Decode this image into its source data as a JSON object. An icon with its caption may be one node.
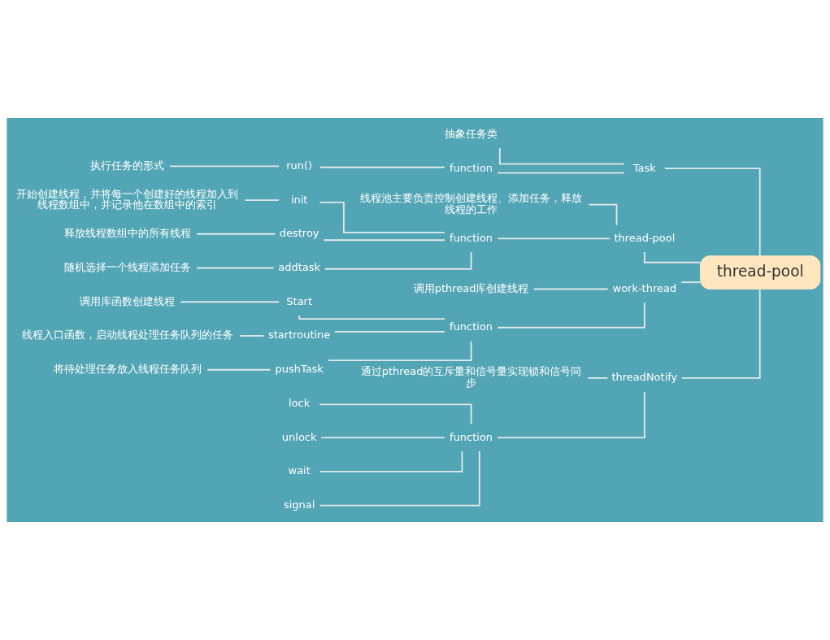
{
  "diagram": {
    "nodes": [
      {
        "text": [
          "thread-pool"
        ]
      },
      {
        "text": [
          "Task"
        ]
      },
      {
        "text": [
          "抽象任务类"
        ]
      },
      {
        "text": [
          "function"
        ]
      },
      {
        "text": [
          "run()"
        ]
      },
      {
        "text": [
          "执行任务的形式"
        ]
      },
      {
        "text": [
          "thread-pool"
        ]
      },
      {
        "text": [
          "线程池主要负责控制创建线程、添加任务，释放线程的工作"
        ]
      },
      {
        "text": [
          "function"
        ]
      },
      {
        "text": [
          "init"
        ]
      },
      {
        "text": [
          "开始创建线程，并将每一个创建好的线程加入到线程数组中，并记录他在数组中的索引"
        ]
      },
      {
        "text": [
          "destroy"
        ]
      },
      {
        "text": [
          "释放线程数组中的所有线程"
        ]
      },
      {
        "text": [
          "addtask"
        ]
      },
      {
        "text": [
          "随机选择一个线程添加任务"
        ]
      },
      {
        "text": [
          "work-thread"
        ]
      },
      {
        "text": [
          "调用pthread库创建线程"
        ]
      },
      {
        "text": [
          "function"
        ]
      },
      {
        "text": [
          "Start"
        ]
      },
      {
        "text": [
          "调用库函数创建线程"
        ]
      },
      {
        "text": [
          "startroutine"
        ]
      },
      {
        "text": [
          "线程入口函数，启动线程处理任务队列的任务"
        ]
      },
      {
        "text": [
          "pushTask"
        ]
      },
      {
        "text": [
          "将待处理任务放入线程任务队列"
        ]
      },
      {
        "text": [
          "threadNotify"
        ]
      },
      {
        "text": [
          "通过pthread的互斥量和信号量实现锁和信号同步"
        ]
      },
      {
        "text": [
          "function"
        ]
      },
      {
        "text": [
          "lock"
        ]
      },
      {
        "text": [
          "unlock"
        ]
      },
      {
        "text": [
          "wait"
        ]
      },
      {
        "text": [
          "signal"
        ]
      }
    ],
    "edges": [
      {
        "from": 0,
        "to": 1,
        "arrow": "none"
      },
      {
        "from": 1,
        "to": 2,
        "arrow": "none"
      },
      {
        "from": 1,
        "to": 3,
        "arrow": "none"
      },
      {
        "from": 3,
        "to": 4,
        "arrow": "none"
      },
      {
        "from": 4,
        "to": 5,
        "arrow": "none"
      },
      {
        "from": 0,
        "to": 6,
        "arrow": "none"
      },
      {
        "from": 6,
        "to": 7,
        "arrow": "none"
      },
      {
        "from": 6,
        "to": 8,
        "arrow": "none"
      },
      {
        "from": 8,
        "to": 9,
        "arrow": "none"
      },
      {
        "from": 9,
        "to": 10,
        "arrow": "none"
      },
      {
        "from": 8,
        "to": 11,
        "arrow": "none"
      },
      {
        "from": 11,
        "to": 12,
        "arrow": "none"
      },
      {
        "from": 8,
        "to": 13,
        "arrow": "none"
      },
      {
        "from": 13,
        "to": 14,
        "arrow": "none"
      },
      {
        "from": 0,
        "to": 15,
        "arrow": "none"
      },
      {
        "from": 15,
        "to": 16,
        "arrow": "none"
      },
      {
        "from": 15,
        "to": 17,
        "arrow": "none"
      },
      {
        "from": 17,
        "to": 18,
        "arrow": "none"
      },
      {
        "from": 18,
        "to": 19,
        "arrow": "none"
      },
      {
        "from": 17,
        "to": 20,
        "arrow": "none"
      },
      {
        "from": 20,
        "to": 21,
        "arrow": "none"
      },
      {
        "from": 17,
        "to": 22,
        "arrow": "none"
      },
      {
        "from": 22,
        "to": 23,
        "arrow": "none"
      },
      {
        "from": 0,
        "to": 24,
        "arrow": "none"
      },
      {
        "from": 24,
        "to": 25,
        "arrow": "none"
      },
      {
        "from": 24,
        "to": 26,
        "arrow": "none"
      },
      {
        "from": 26,
        "to": 27,
        "arrow": "none"
      },
      {
        "from": 26,
        "to": 28,
        "arrow": "none"
      },
      {
        "from": 26,
        "to": 29,
        "arrow": "none"
      },
      {
        "from": 26,
        "to": 30,
        "arrow": "none"
      }
    ]
  }
}
